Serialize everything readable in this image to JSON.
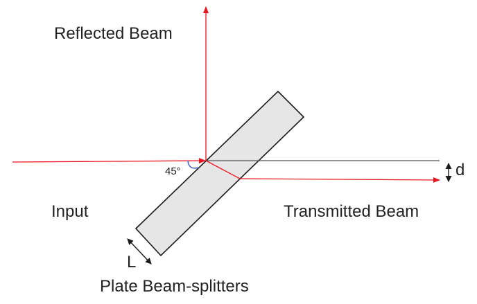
{
  "labels": {
    "reflected": "Reflected Beam",
    "input": "Input",
    "transmitted": "Transmitted Beam",
    "splitter": "Plate Beam-splitters",
    "angle": "45°",
    "offset": "d",
    "thickness": "L"
  },
  "colors": {
    "beam": "#e8141e",
    "plate_fill": "#e6e6e6",
    "outline": "#1a1a1a",
    "reference_line": "#555555",
    "angle_arc": "#3b5bbf",
    "text": "#222222"
  }
}
